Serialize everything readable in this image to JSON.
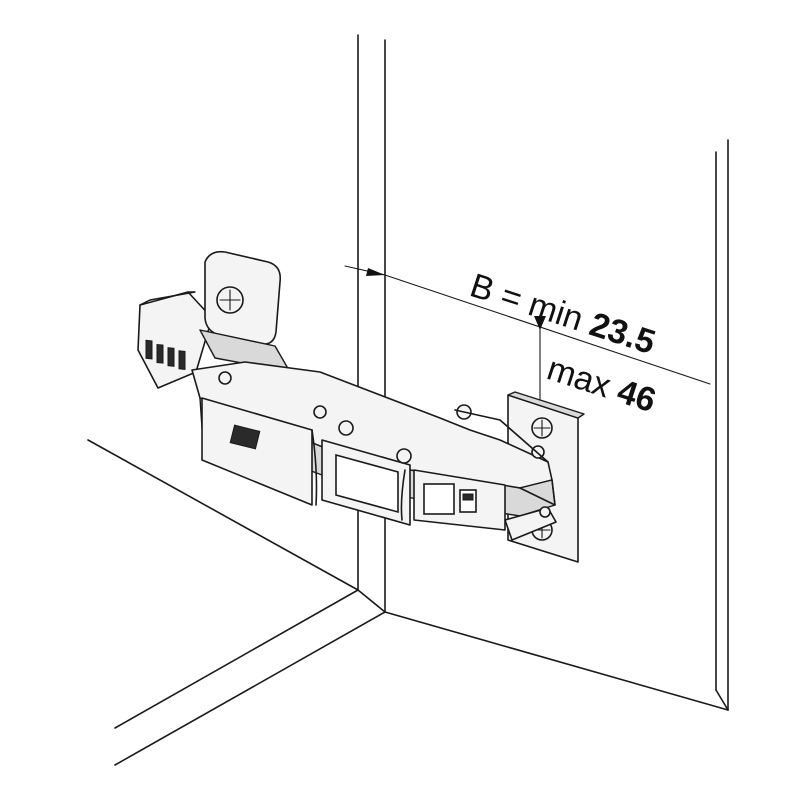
{
  "dimension": {
    "line1_prefix": "B = min ",
    "line1_value": "23.5",
    "line2_prefix": "max ",
    "line2_value": "46"
  }
}
